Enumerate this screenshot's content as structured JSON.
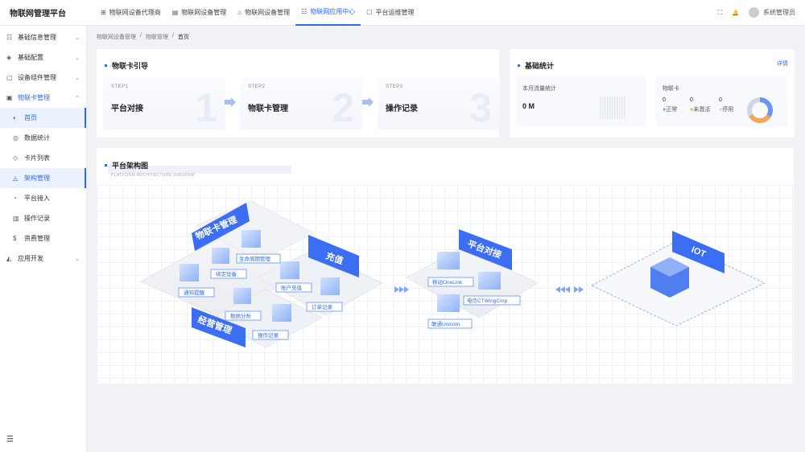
{
  "app": {
    "title": "物联网管理平台"
  },
  "topnav": [
    {
      "icon": "⊞",
      "label": "物联网设备代理商"
    },
    {
      "icon": "▤",
      "label": "物联网设备管理"
    },
    {
      "icon": "⌂",
      "label": "物联网设备管理"
    },
    {
      "icon": "☷",
      "label": "物联网应用中心"
    },
    {
      "icon": "☐",
      "label": "平台运维管理"
    }
  ],
  "topright": {
    "fullscreen_icon": "⛶",
    "bell_icon": "🔔",
    "username": "系统管理员"
  },
  "sidebar": {
    "items": [
      {
        "icon": "☷",
        "label": "基础信息管理",
        "chev": "⌄",
        "level": "top"
      },
      {
        "icon": "◈",
        "label": "基础配置",
        "chev": "⌄",
        "level": "top"
      },
      {
        "icon": "▢",
        "label": "设备组件管理",
        "chev": "⌄",
        "level": "top"
      },
      {
        "icon": "▣",
        "label": "物联卡管理",
        "chev": "⌃",
        "level": "open"
      },
      {
        "icon": "◐",
        "label": "首页",
        "chev": "",
        "level": "sub-selected"
      },
      {
        "icon": "◎",
        "label": "数据统计",
        "chev": "",
        "level": "sub"
      },
      {
        "icon": "◇",
        "label": "卡片列表",
        "chev": "",
        "level": "sub"
      },
      {
        "icon": "◬",
        "label": "架构管理",
        "chev": "",
        "level": "sub-selected"
      },
      {
        "icon": "◔",
        "label": "平台接入",
        "chev": "",
        "level": "sub"
      },
      {
        "icon": "▥",
        "label": "操作记录",
        "chev": "",
        "level": "sub"
      },
      {
        "icon": "$",
        "label": "资费管理",
        "chev": "",
        "level": "sub"
      },
      {
        "icon": "◭",
        "label": "应用开发",
        "chev": "⌄",
        "level": "top"
      }
    ],
    "collapse_icon": "☰"
  },
  "breadcrumb": [
    "物联网设备管理",
    "物联管理",
    "首页"
  ],
  "guide": {
    "title": "物联卡引导",
    "steps": [
      {
        "no": "STEP1",
        "name": "平台对接",
        "big": "1"
      },
      {
        "no": "STEP2",
        "name": "物联卡管理",
        "big": "2"
      },
      {
        "no": "STEP3",
        "name": "操作记录",
        "big": "3"
      }
    ]
  },
  "stats": {
    "title": "基础统计",
    "detail_link": "详情",
    "flow": {
      "title": "本月流量统计",
      "value": "0 M"
    },
    "cards": {
      "title": "物联卡",
      "legend": [
        {
          "count": "0",
          "label": "正常",
          "color": "#6f95f3"
        },
        {
          "count": "0",
          "label": "未激活",
          "color": "#f2a65a"
        },
        {
          "count": "0",
          "label": "停用",
          "color": "#cfd6e4"
        }
      ],
      "donut": [
        0.34,
        0.33,
        0.33
      ]
    }
  },
  "architecture": {
    "title": "平台架构图",
    "subtitle": "PLATFORM ARCHITECTURE DIAGRAM",
    "groups": {
      "card_mgmt": "物联卡管理",
      "recharge": "充值",
      "ops": "经营管理",
      "platform": "平台对接",
      "iot": "IOT"
    },
    "nodes": {
      "bind": "绑定设备",
      "lifecycle": "生命周期管理",
      "notify": "通知提醒",
      "account_recharge": "账户充值",
      "order": "订单记录",
      "analysis": "数据分析",
      "oplog": "操作记录",
      "onelink": "移动OneLink",
      "ctwing": "电信CTWingCmp",
      "unicom": "联通Unicom"
    }
  }
}
